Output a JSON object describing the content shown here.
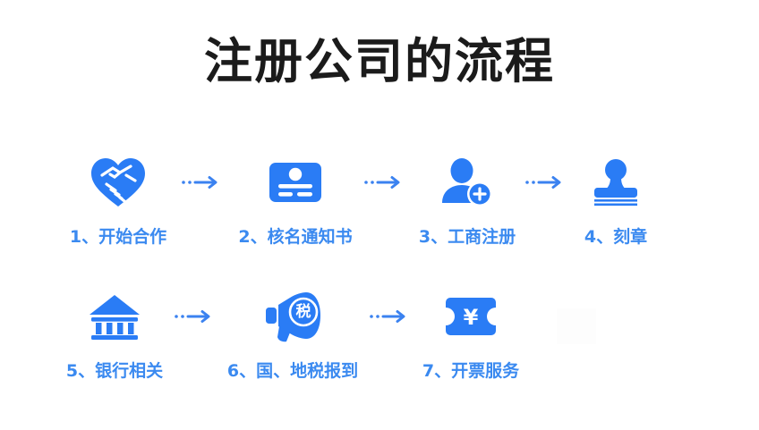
{
  "slide": {
    "title": "注册公司的流程",
    "background_color": "#ffffff",
    "title_color": "#1b1b1b",
    "icon_color": "#2a7cf5",
    "label_color": "#3b8af0",
    "arrow_color": "#3b82f0"
  },
  "steps": [
    {
      "number": "1",
      "label": "1、开始合作",
      "icon": "heart-handshake-icon",
      "row": 1
    },
    {
      "number": "2",
      "label": "2、核名通知书",
      "icon": "id-card-icon",
      "row": 1
    },
    {
      "number": "3",
      "label": "3、工商注册",
      "icon": "add-user-icon",
      "row": 1
    },
    {
      "number": "4",
      "label": "4、刻章",
      "icon": "stamp-icon",
      "row": 1
    },
    {
      "number": "5",
      "label": "5、银行相关",
      "icon": "bank-icon",
      "row": 2
    },
    {
      "number": "6",
      "label": "6、国、地税报到",
      "icon": "megaphone-tax-icon",
      "row": 2,
      "icon_text": "税"
    },
    {
      "number": "7",
      "label": "7、开票服务",
      "icon": "yuan-ticket-icon",
      "row": 2,
      "icon_text": "¥"
    }
  ],
  "connectors": {
    "glyph": "arrow-right-dotted-icon",
    "count_row_1": 3,
    "count_row_2": 2
  }
}
